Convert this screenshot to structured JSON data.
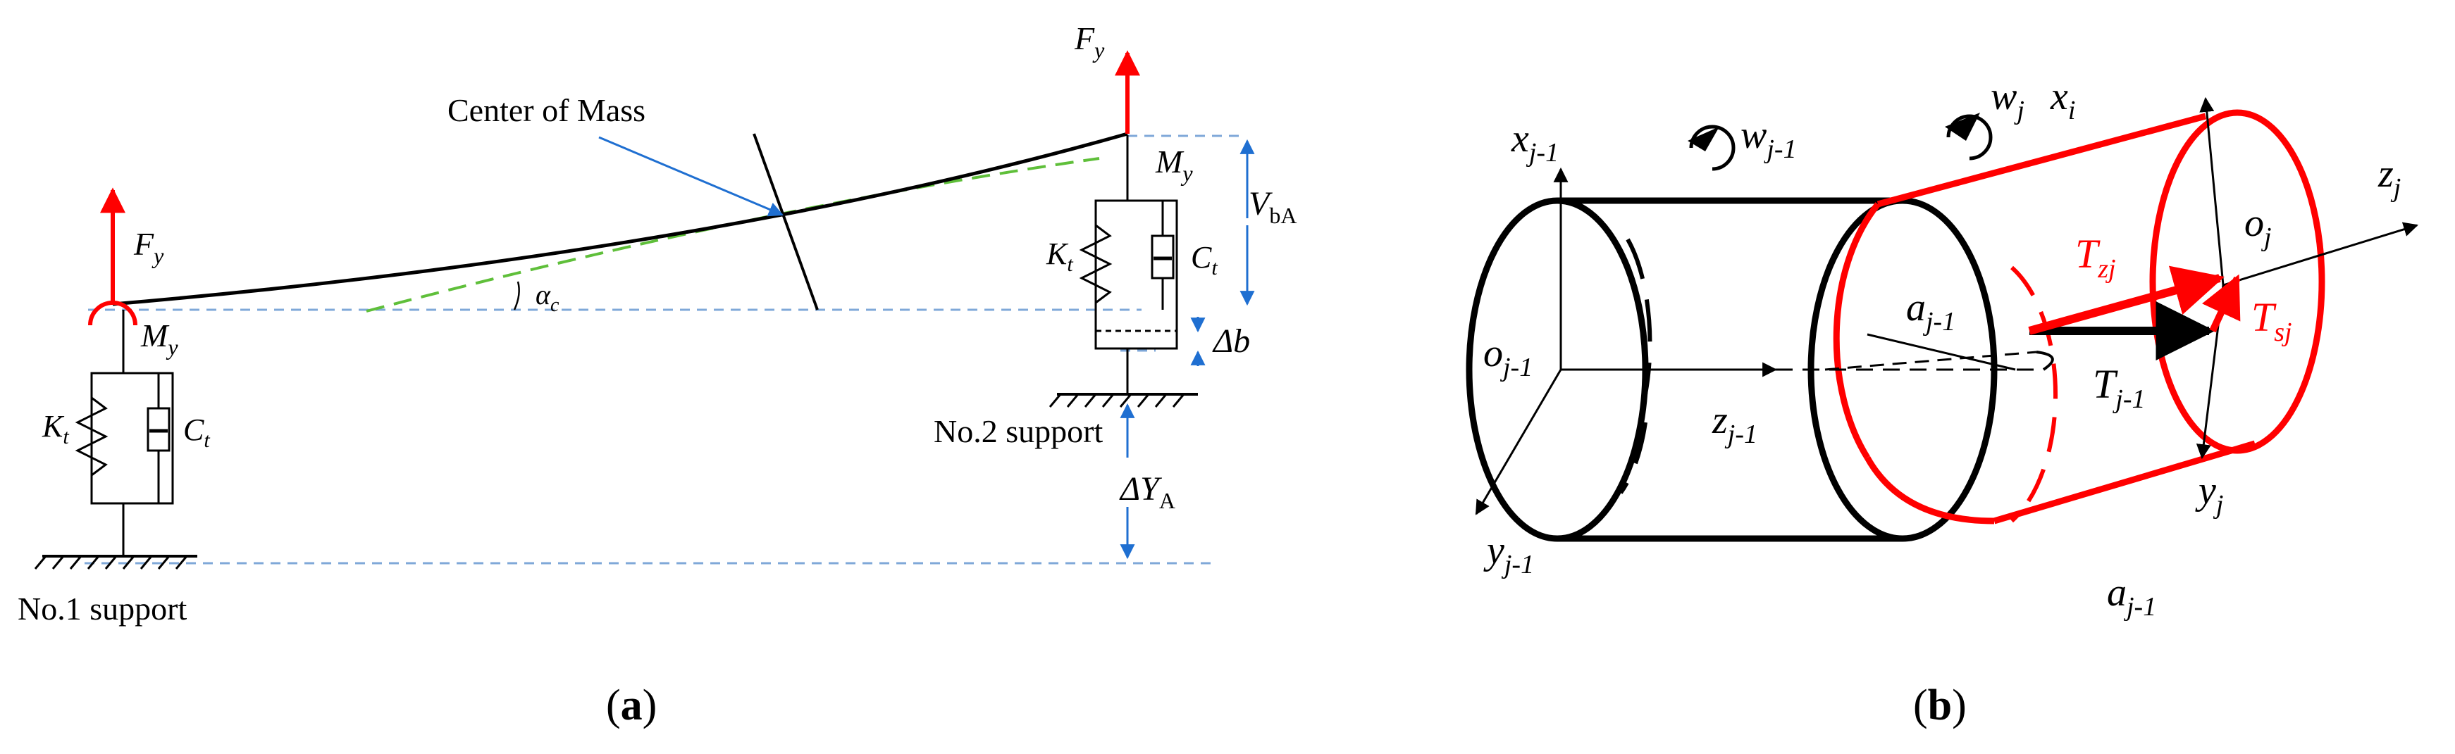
{
  "panel_a": {
    "caption_open": "(",
    "caption_letter": "a",
    "caption_close": ")",
    "center_of_mass": "Center of Mass",
    "force_left": "F",
    "force_left_sub": "y",
    "moment_left": "M",
    "moment_left_sub": "y",
    "force_right": "F",
    "force_right_sub": "y",
    "moment_right": "M",
    "moment_right_sub": "y",
    "spring_left": "K",
    "spring_left_sub": "t",
    "damper_left": "C",
    "damper_left_sub": "t",
    "spring_right": "K",
    "spring_right_sub": "t",
    "damper_right": "C",
    "damper_right_sub": "t",
    "angle": "α",
    "angle_sub": "c",
    "vba": "V",
    "vba_sub": "bA",
    "delta_b": "Δb",
    "delta_ya": "ΔY",
    "delta_ya_sub": "A",
    "support1": "No.1 support",
    "support2": "No.2 support",
    "colors": {
      "force": "#ff0000",
      "dimension": "#1f6fd1",
      "dashed_ref": "#7fa8d8",
      "deflection": "#5fbf3a",
      "line": "#000000"
    }
  },
  "panel_b": {
    "caption_open": "(",
    "caption_letter": "b",
    "caption_close": ")",
    "x_prev": "x",
    "x_prev_sub": "j-1",
    "w_prev": "w",
    "w_prev_sub": "j-1",
    "w_j": "w",
    "w_j_sub": "j",
    "x_i": "x",
    "x_i_sub": "i",
    "z_j": "z",
    "z_j_sub": "j",
    "o_j": "o",
    "o_j_sub": "j",
    "o_prev": "o",
    "o_prev_sub": "j-1",
    "a_prev": "a",
    "a_prev_sub": "j-1",
    "t_zj": "T",
    "t_zj_sub": "zj",
    "t_sj": "T",
    "t_sj_sub": "sj",
    "t_prev": "T",
    "t_prev_sub": "j-1",
    "z_prev": "z",
    "z_prev_sub": "j-1",
    "y_j": "y",
    "y_j_sub": "j",
    "y_prev": "y",
    "y_prev_sub": "j-1",
    "a_bottom": "a",
    "a_bottom_sub": "j-1",
    "colors": {
      "element_j": "#ff0000",
      "element_prev": "#000000"
    }
  }
}
